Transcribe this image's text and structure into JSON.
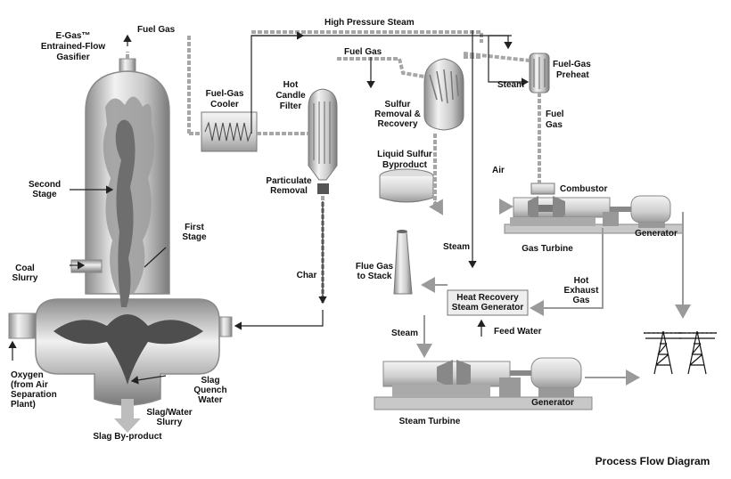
{
  "labels": {
    "egas_1": "E-Gas™",
    "egas_2": "Entrained-Flow",
    "egas_3": "Gasifier",
    "fuel_gas_top": "Fuel Gas",
    "high_pressure_steam": "High Pressure Steam",
    "fuel_gas_mid": "Fuel Gas",
    "fuel_gas_cooler_1": "Fuel-Gas",
    "fuel_gas_cooler_2": "Cooler",
    "hot_candle_1": "Hot",
    "hot_candle_2": "Candle",
    "hot_candle_3": "Filter",
    "sulfur_1": "Sulfur",
    "sulfur_2": "Removal &",
    "sulfur_3": "Recovery",
    "fgp_1": "Fuel-Gas",
    "fgp_2": "Preheat",
    "steam_preheat": "Steam",
    "fuel_gas_right_1": "Fuel",
    "fuel_gas_right_2": "Gas",
    "liquid_sulfur_1": "Liquid Sulfur",
    "liquid_sulfur_2": "Byproduct",
    "second_stage_1": "Second",
    "second_stage_2": "Stage",
    "particulate_1": "Particulate",
    "particulate_2": "Removal",
    "air": "Air",
    "combustor": "Combustor",
    "first_stage_1": "First",
    "first_stage_2": "Stage",
    "gas_turbine": "Gas Turbine",
    "generator_1": "Generator",
    "steam_mid": "Steam",
    "coal_1": "Coal",
    "coal_2": "Slurry",
    "flue_1": "Flue Gas",
    "flue_2": "to Stack",
    "char": "Char",
    "hrsg_1": "Heat Recovery",
    "hrsg_2": "Steam Generator",
    "hot_exhaust_1": "Hot",
    "hot_exhaust_2": "Exhaust",
    "hot_exhaust_3": "Gas",
    "steam_low": "Steam",
    "feed_water": "Feed Water",
    "oxygen_1": "Oxygen",
    "oxygen_2": "(from Air",
    "oxygen_3": "Separation",
    "oxygen_4": "Plant)",
    "slag_quench_1": "Slag",
    "slag_quench_2": "Quench",
    "slag_quench_3": "Water",
    "slag_water_1": "Slag/Water",
    "slag_water_2": "Slurry",
    "steam_turbine": "Steam Turbine",
    "generator_2": "Generator",
    "slag_byproduct": "Slag By-product",
    "diagram_title": "Process Flow Diagram"
  },
  "colors": {
    "vessel_light": "#e6e6e6",
    "vessel_mid": "#b8b8b8",
    "vessel_dark": "#7a7a7a",
    "flame_dark": "#555555",
    "pipe": "#a0a0a0",
    "line": "#222222",
    "text": "#111111"
  },
  "icons": [
    "gasifier-vessel",
    "fuel-gas-cooler",
    "candle-filter",
    "sulfur-removal-vessel",
    "fuel-gas-preheater",
    "sulfur-tank",
    "gas-turbine",
    "generator",
    "stack",
    "hrsg",
    "steam-turbine",
    "transmission-tower"
  ]
}
